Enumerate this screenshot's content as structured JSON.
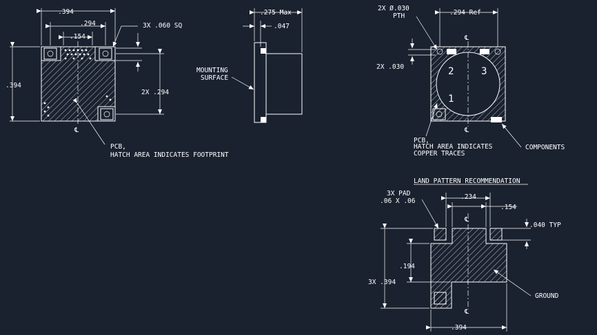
{
  "colors": {
    "background": "#1a2230",
    "line": "#ffffff"
  },
  "dims": {
    "w394": ".394",
    "w294": ".294",
    "w154": ".154",
    "pads": "3X .060 SQ",
    "h394": ".394",
    "h294": "2X .294",
    "max275": ".275 Max",
    "d047": ".047",
    "pth1": "2X Ø.030",
    "pth2": "PTH",
    "ref294": ".294 Ref",
    "d030": "2X .030",
    "lp_pad1": "3X PAD",
    "lp_pad2": ".06 X .06",
    "lp234": ".234",
    "lp154": ".154",
    "lp040": ".040 TYP",
    "lp194": ".194",
    "lp394v": "3X .394",
    "lp394h": ".394"
  },
  "labels": {
    "cl": "℄",
    "mount1": "MOUNTING",
    "mount2": "SURFACE",
    "pcb1": "PCB,",
    "pcb2": "HATCH AREA INDICATES FOOTPRINT",
    "pcb3": "PCB,",
    "pcb4": "HATCH AREA INDICATES",
    "pcb5": "COPPER TRACES",
    "components": "COMPONENTS",
    "land": "LAND PATTERN RECOMMENDATION",
    "ground": "GROUND",
    "port1": "1",
    "port2": "2",
    "port3": "3"
  }
}
